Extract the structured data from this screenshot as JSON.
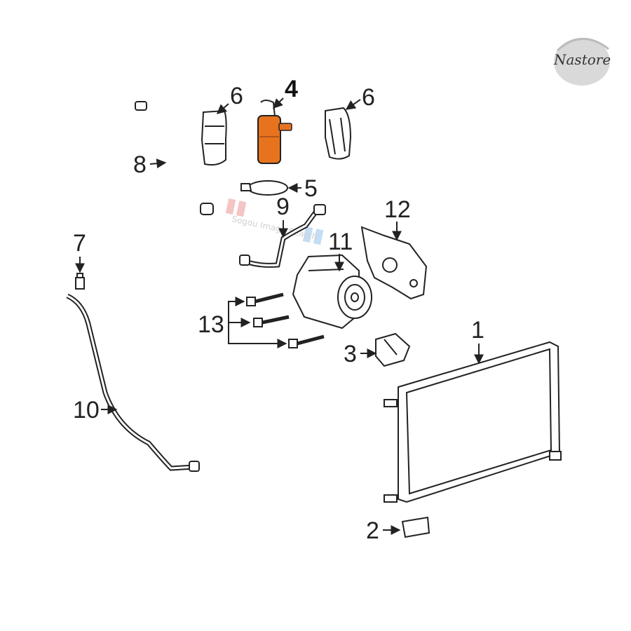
{
  "logo": {
    "text": "Nastore"
  },
  "watermark": {
    "text": "Sogou Image Search"
  },
  "highlight_color": "#e8731f",
  "callouts": [
    {
      "id": "1",
      "label": "1"
    },
    {
      "id": "2",
      "label": "2"
    },
    {
      "id": "3",
      "label": "3"
    },
    {
      "id": "4",
      "label": "4"
    },
    {
      "id": "5",
      "label": "5"
    },
    {
      "id": "6a",
      "label": "6"
    },
    {
      "id": "6b",
      "label": "6"
    },
    {
      "id": "7",
      "label": "7"
    },
    {
      "id": "8",
      "label": "8"
    },
    {
      "id": "9",
      "label": "9"
    },
    {
      "id": "10",
      "label": "10"
    },
    {
      "id": "11",
      "label": "11"
    },
    {
      "id": "12",
      "label": "12"
    },
    {
      "id": "13",
      "label": "13"
    }
  ]
}
